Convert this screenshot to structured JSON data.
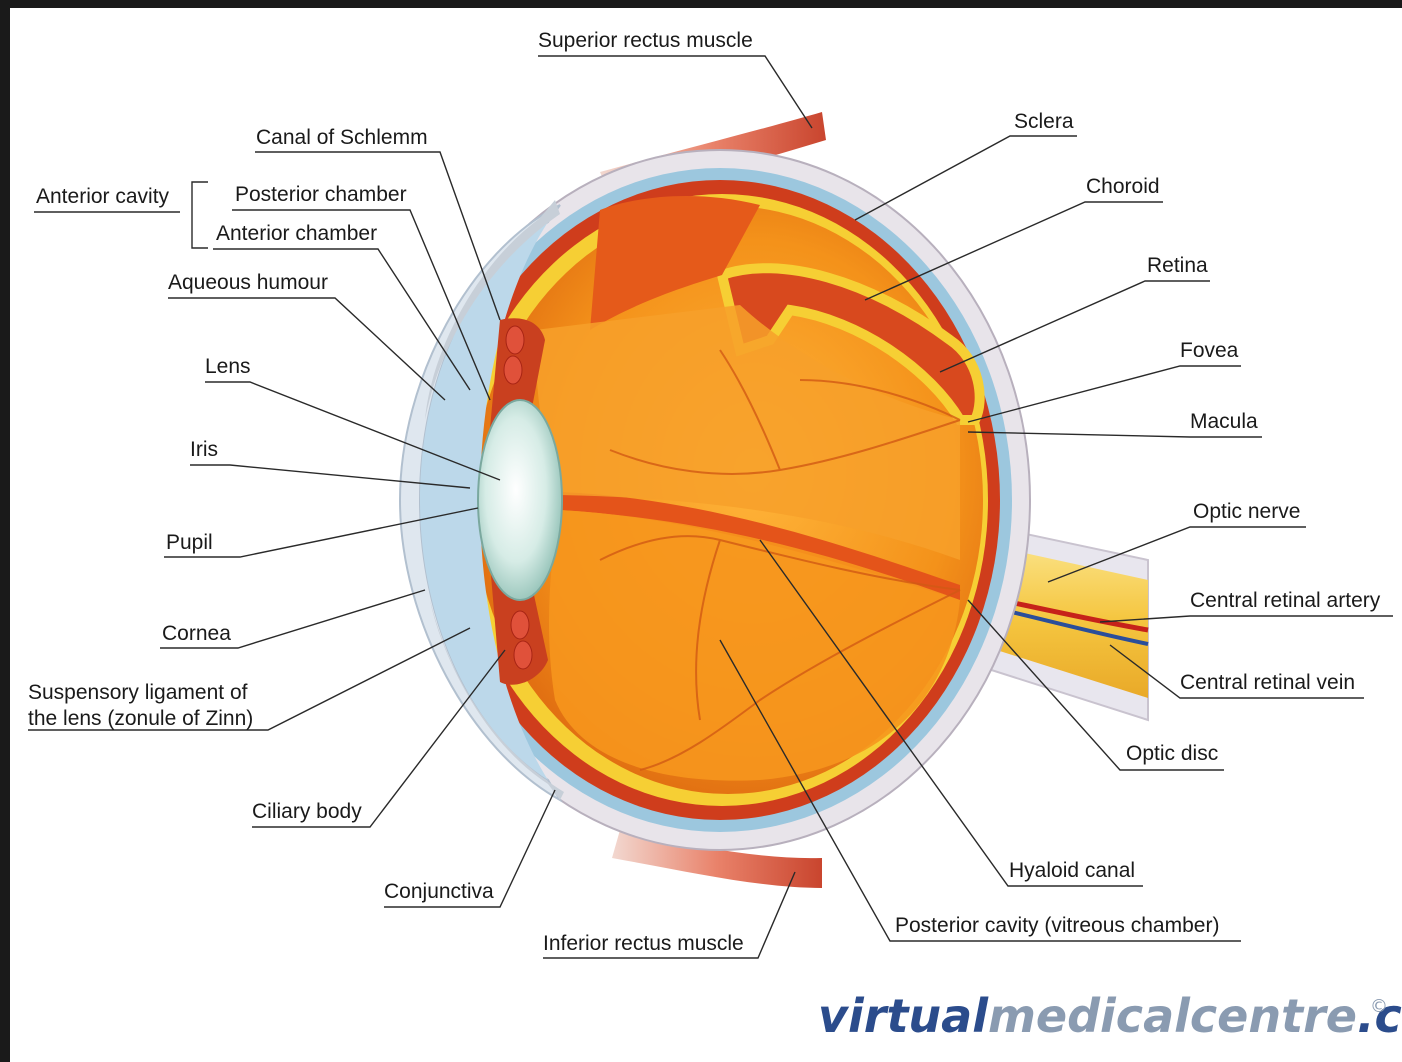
{
  "labels": {
    "superior_rectus": "Superior rectus muscle",
    "canal_schlemm": "Canal of Schlemm",
    "anterior_cavity": "Anterior cavity",
    "posterior_chamber": "Posterior chamber",
    "anterior_chamber": "Anterior chamber",
    "aqueous_humour": "Aqueous humour",
    "lens": "Lens",
    "iris": "Iris",
    "pupil": "Pupil",
    "cornea": "Cornea",
    "suspensory_line1": "Suspensory ligament of",
    "suspensory_line2": "the lens (zonule of Zinn)",
    "ciliary_body": "Ciliary body",
    "conjunctiva": "Conjunctiva",
    "inferior_rectus": "Inferior rectus muscle",
    "sclera": "Sclera",
    "choroid": "Choroid",
    "retina": "Retina",
    "fovea": "Fovea",
    "macula": "Macula",
    "optic_nerve": "Optic nerve",
    "central_retinal_artery": "Central retinal artery",
    "central_retinal_vein": "Central retinal vein",
    "optic_disc": "Optic disc",
    "hyaloid_canal": "Hyaloid canal",
    "posterior_cavity": "Posterior cavity (vitreous chamber)"
  },
  "watermark": {
    "part1": "virtual",
    "part2": "medicalcentre",
    "part3": ".com",
    "copyright": "©"
  },
  "colors": {
    "vitreous": "#f39a1c",
    "retina_yellow": "#f7d23a",
    "choroid_red": "#d8401e",
    "sclera": "#e8e4ea",
    "cornea_blue": "#bfd8ea",
    "muscle": "#e06a4a"
  }
}
